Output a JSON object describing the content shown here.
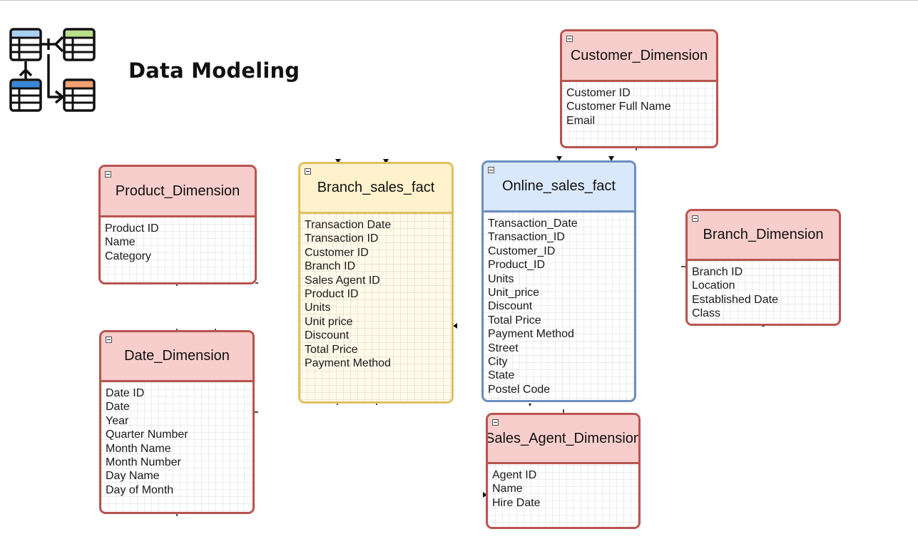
{
  "header": {
    "title": "Data Modeling",
    "logo_icon": "database-schema-icon"
  },
  "colors": {
    "dimension_fill": "#f8cecc",
    "dimension_stroke": "#b85450",
    "branch_fact_fill": "#fff2cc",
    "branch_fact_stroke": "#e0c060",
    "online_fact_fill": "#dae8fc",
    "online_fact_stroke": "#6c8ebf"
  },
  "entities": {
    "customer": {
      "title": "Customer_Dimension",
      "fields": [
        "Customer ID",
        "Customer Full Name",
        "Email"
      ]
    },
    "product": {
      "title": "Product_Dimension",
      "fields": [
        "Product ID",
        "Name",
        "Category"
      ]
    },
    "branch_fact": {
      "title": "Branch_sales_fact",
      "fields": [
        "Transaction Date",
        "Transaction ID",
        "Customer ID",
        "Branch ID",
        "Sales Agent ID",
        "Product ID",
        "Units",
        "Unit price",
        "Discount",
        "Total Price",
        "Payment Method"
      ]
    },
    "online_fact": {
      "title": "Online_sales_fact",
      "fields": [
        "Transaction_Date",
        "Transaction_ID",
        "Customer_ID",
        "Product_ID",
        "Units",
        "Unit_price",
        "Discount",
        "Total Price",
        "Payment Method",
        "Street",
        "City",
        "State",
        "Postel Code"
      ]
    },
    "branch": {
      "title": "Branch_Dimension",
      "fields": [
        "Branch ID",
        "Location",
        "Established Date",
        "Class"
      ]
    },
    "date": {
      "title": "Date_Dimension",
      "fields": [
        "Date ID",
        "Date",
        "Year",
        "Quarter Number",
        "Month Name",
        "Month Number",
        "Day Name",
        "Day of Month"
      ]
    },
    "sales_agent": {
      "title": "Sales_Agent_Dimension",
      "fields": [
        "Agent ID",
        "Name",
        "Hire Date"
      ]
    }
  }
}
